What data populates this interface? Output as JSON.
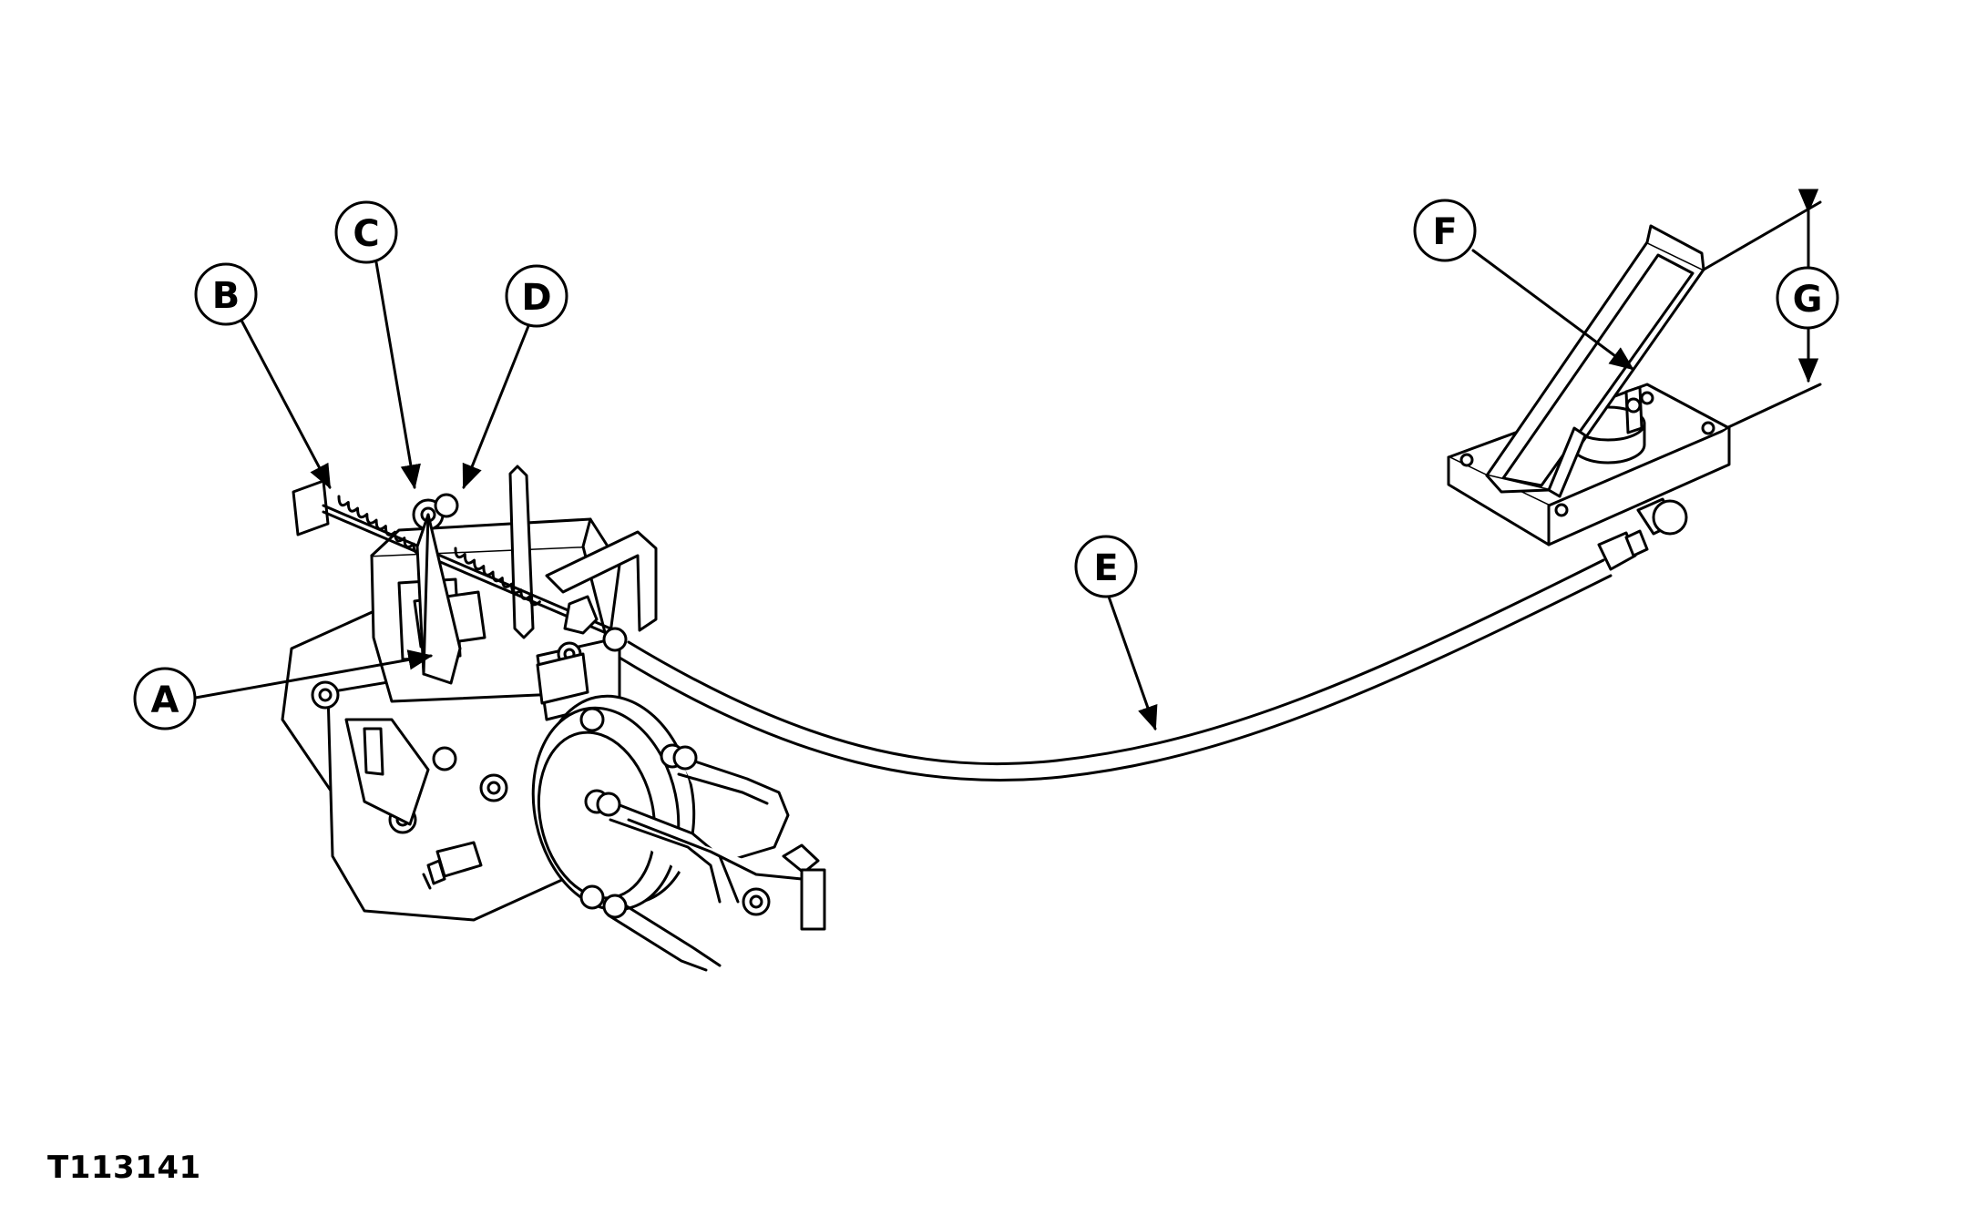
{
  "figure_id": "T113141",
  "callouts": {
    "a": "A",
    "b": "B",
    "c": "C",
    "d": "D",
    "e": "E",
    "f": "F",
    "g": "G"
  },
  "colors": {
    "ink": "#000000",
    "background": "#ffffff"
  }
}
